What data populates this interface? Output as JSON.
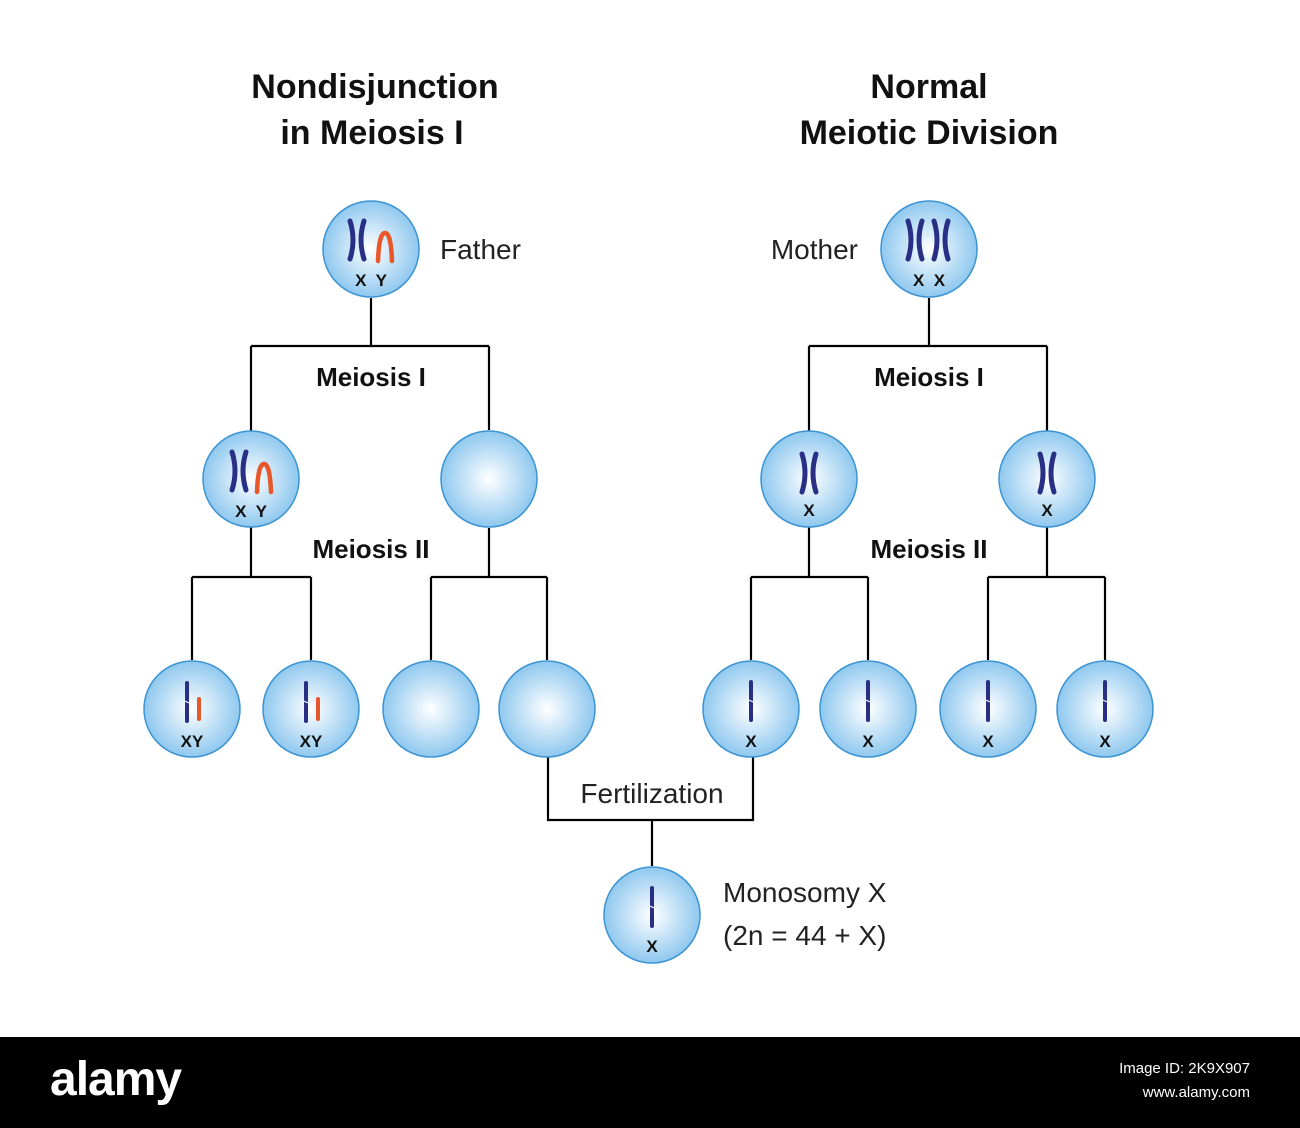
{
  "colors": {
    "background": "#ffffff",
    "line": "#000000",
    "cell_center": "#ffffff",
    "cell_edge": "#8fc8ef",
    "cell_border": "#3c94d2",
    "chromosome_x": "#2a2f86",
    "chromosome_y": "#e8572a",
    "stock_bar": "#000000"
  },
  "titles": {
    "left_line1": "Nondisjunction",
    "left_line2": "in Meiosis I",
    "right_line1": "Normal",
    "right_line2": "Meiotic Division"
  },
  "parents": {
    "father": {
      "label": "Father",
      "chromosome_labels": "X  Y"
    },
    "mother": {
      "label": "Mother",
      "chromosome_labels": "X  X"
    }
  },
  "stages": {
    "meiosis1": "Meiosis I",
    "meiosis2": "Meiosis II",
    "fertilization": "Fertilization"
  },
  "father_meiosis1": [
    {
      "chromosome_labels": "X  Y"
    },
    {
      "chromosome_labels": ""
    }
  ],
  "mother_meiosis1": [
    {
      "chromosome_labels": "X"
    },
    {
      "chromosome_labels": "X"
    }
  ],
  "father_gametes": [
    {
      "chromosome_labels": "XY"
    },
    {
      "chromosome_labels": "XY"
    },
    {
      "chromosome_labels": ""
    },
    {
      "chromosome_labels": ""
    }
  ],
  "mother_gametes": [
    {
      "chromosome_labels": "X"
    },
    {
      "chromosome_labels": "X"
    },
    {
      "chromosome_labels": "X"
    },
    {
      "chromosome_labels": "X"
    }
  ],
  "zygote": {
    "chromosome_labels": "X",
    "label_line1": "Monosomy X",
    "label_line2": "(2n = 44 + X)"
  },
  "stock": {
    "logo": "alamy",
    "image_id": "Image ID: 2K9X907",
    "site": "www.alamy.com"
  }
}
